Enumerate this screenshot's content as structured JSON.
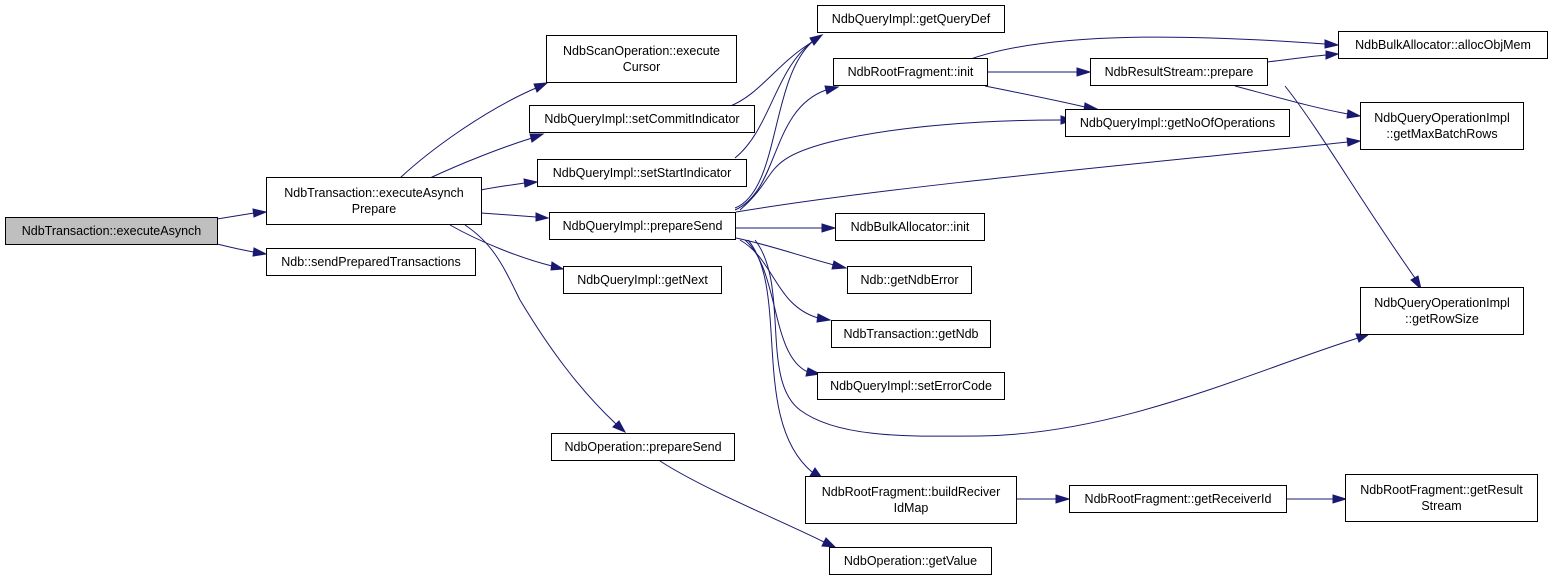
{
  "colors": {
    "edge": "#191970",
    "root_fill": "#bfbfbf",
    "node_fill": "#ffffff",
    "node_border": "#000000"
  },
  "nodes": {
    "executeAsynch": [
      "NdbTransaction::executeAsynch"
    ],
    "executeAsynchPrepare": [
      "NdbTransaction::executeAsynch",
      "Prepare"
    ],
    "sendPreparedTransactions": [
      "Ndb::sendPreparedTransactions"
    ],
    "executeCursor": [
      "NdbScanOperation::execute",
      "Cursor"
    ],
    "setCommitIndicator": [
      "NdbQueryImpl::setCommitIndicator"
    ],
    "setStartIndicator": [
      "NdbQueryImpl::setStartIndicator"
    ],
    "qiPrepareSend": [
      "NdbQueryImpl::prepareSend"
    ],
    "getNext": [
      "NdbQueryImpl::getNext"
    ],
    "opPrepareSend": [
      "NdbOperation::prepareSend"
    ],
    "getQueryDef": [
      "NdbQueryImpl::getQueryDef"
    ],
    "rfInit": [
      "NdbRootFragment::init"
    ],
    "baInit": [
      "NdbBulkAllocator::init"
    ],
    "getNdbError": [
      "Ndb::getNdbError"
    ],
    "getNdb": [
      "NdbTransaction::getNdb"
    ],
    "setErrorCode": [
      "NdbQueryImpl::setErrorCode"
    ],
    "buildReciverIdMap": [
      "NdbRootFragment::buildReciver",
      "IdMap"
    ],
    "getValue": [
      "NdbOperation::getValue"
    ],
    "rsPrepare": [
      "NdbResultStream::prepare"
    ],
    "getNoOfOperations": [
      "NdbQueryImpl::getNoOfOperations"
    ],
    "getReceiverId": [
      "NdbRootFragment::getReceiverId"
    ],
    "allocObjMem": [
      "NdbBulkAllocator::allocObjMem"
    ],
    "getMaxBatchRows": [
      "NdbQueryOperationImpl",
      "::getMaxBatchRows"
    ],
    "getRowSize": [
      "NdbQueryOperationImpl",
      "::getRowSize"
    ],
    "getResultStream": [
      "NdbRootFragment::getResult",
      "Stream"
    ]
  }
}
